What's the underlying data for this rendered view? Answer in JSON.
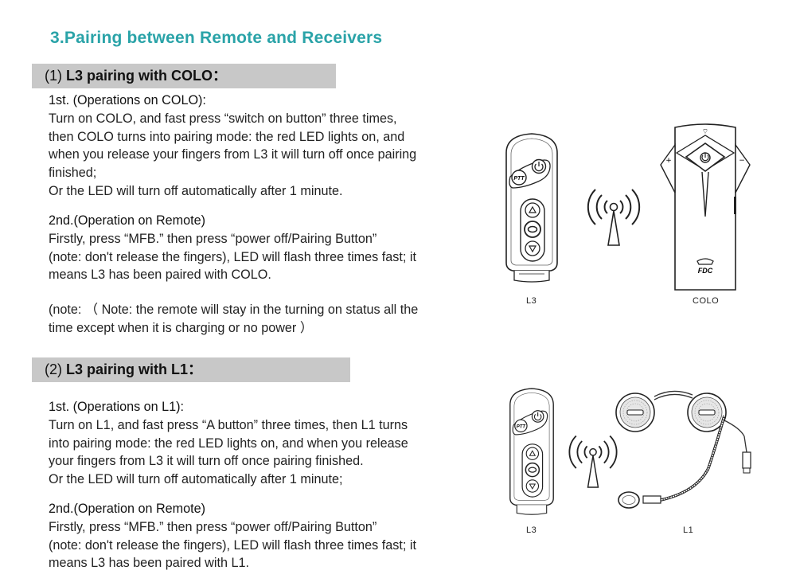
{
  "title": "3.Pairing between Remote and Receivers",
  "section1": {
    "number": "(1)",
    "heading": "L3 pairing with COLO：",
    "step1_title": "1st.  (Operations on COLO):",
    "step1_lines": [
      "Turn on COLO, and fast press “switch on button” three times,",
      "then COLO turns into pairing mode: the red LED lights on, and",
      "when you release your fingers from L3 it will turn off once pairing",
      "finished;",
      "Or the LED will turn off automatically after 1 minute."
    ],
    "step2_title": "2nd.(Operation on Remote)",
    "step2_lines": [
      "Firstly, press “MFB.” then press “power off/Pairing Button”",
      "(note:  don't release the fingers), LED will flash three times fast; it",
      "means L3 has been paired with COLO."
    ],
    "note_lines": [
      "(note:  （ Note: the remote will stay in the turning on status all the",
      "time except when it is charging or no power ）"
    ],
    "label_remote": "L3",
    "label_receiver": "COLO",
    "remote_button_text": "PTT",
    "receiver_brand": "FDC"
  },
  "section2": {
    "number": "(2)",
    "heading": "L3 pairing with L1：",
    "step1_title": "1st. (Operations on L1):",
    "step1_lines": [
      "Turn on L1, and fast press “A button” three times, then L1 turns",
      "into pairing mode: the red LED lights on, and when you release",
      "your fingers from L3 it will turn off once pairing finished.",
      "Or the LED will turn off automatically after 1 minute;"
    ],
    "step2_title": "2nd.(Operation on Remote)",
    "step2_lines": [
      "Firstly, press “MFB.” then press “power off/Pairing Button”",
      "(note:  don't release the fingers), LED will flash three times fast; it",
      "means L3 has been paired with L1."
    ],
    "label_remote": "L3",
    "label_receiver": "L1",
    "remote_button_text": "PTT"
  }
}
